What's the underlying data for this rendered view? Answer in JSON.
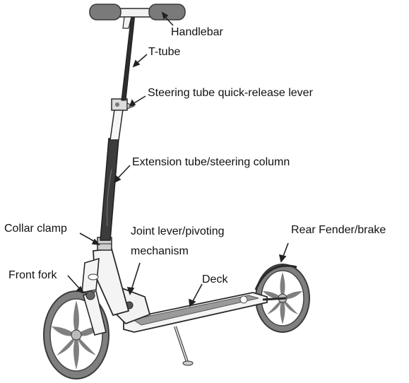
{
  "labels": {
    "handlebar": "Handlebar",
    "t_tube": "T-tube",
    "quick_release": "Steering tube quick-release lever",
    "extension_tube": "Extension tube/steering column",
    "collar_clamp": "Collar clamp",
    "joint_lever_line1": "Joint lever/pivoting",
    "joint_lever_line2": "mechanism",
    "rear_fender": "Rear Fender/brake",
    "front_fork": "Front fork",
    "deck": "Deck"
  },
  "colors": {
    "wheel": "#7f7f7f",
    "wheel_dark": "#5c5c5c",
    "frame": "#f2f2f2",
    "outline": "#2a2a2a",
    "column": "#3c3c3c",
    "deck_top": "#9a9a9a",
    "text": "#111111"
  }
}
